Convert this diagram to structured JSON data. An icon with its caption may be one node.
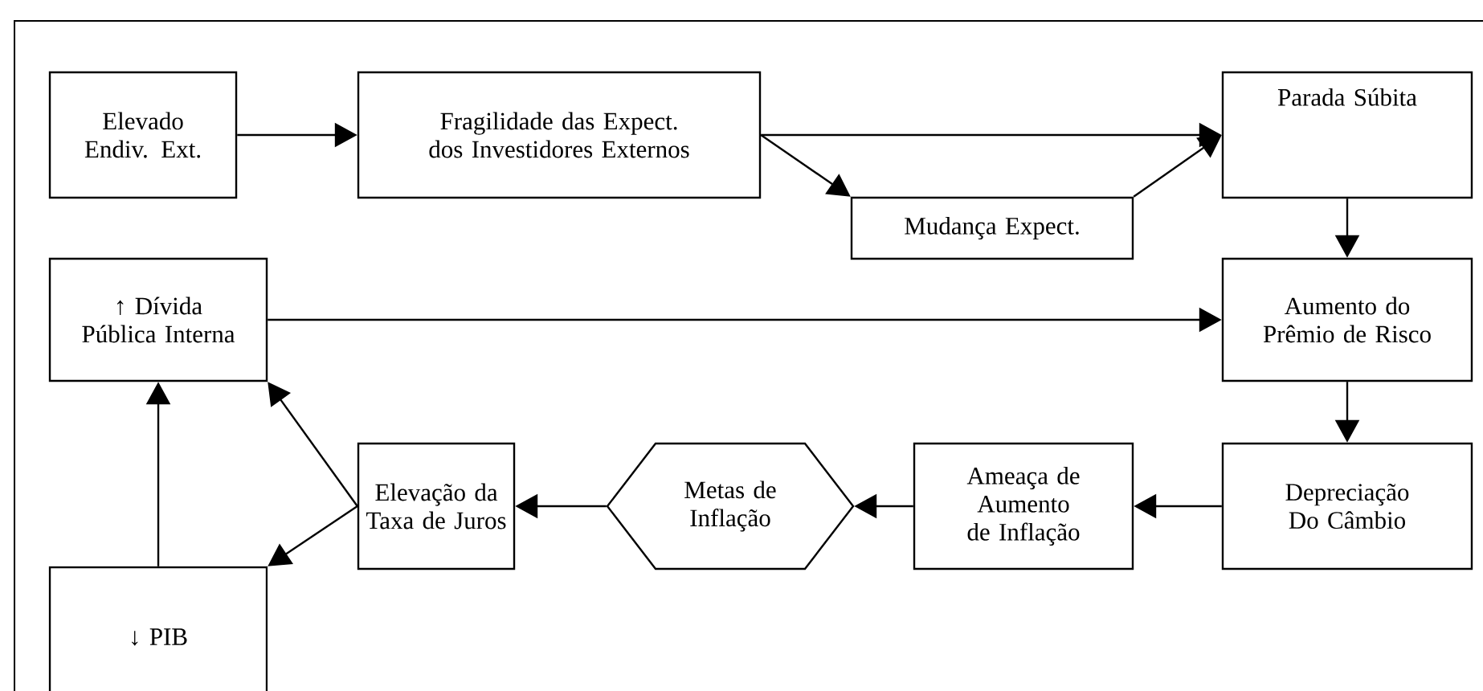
{
  "diagram": {
    "nodes": [
      {
        "text": [
          "Elevado Endiv. Ext."
        ]
      },
      {
        "text": [
          "Fragilidade das Expect. dos Investidores Externos"
        ]
      },
      {
        "text": [
          "Parada Súbita"
        ]
      },
      {
        "text": [
          "Mudança Expect."
        ]
      },
      {
        "text": [
          "↑ Dívida Pública Interna"
        ]
      },
      {
        "text": [
          "Aumento do Prêmio de Risco"
        ]
      },
      {
        "text": [
          "↓ PIB"
        ]
      },
      {
        "text": [
          "Elevação da Taxa de Juros"
        ]
      },
      {
        "text": [
          "Metas de Inflação"
        ]
      },
      {
        "text": [
          "Ameaça de Aumento de Inflação"
        ]
      },
      {
        "text": [
          "Depreciação Do Câmbio"
        ]
      }
    ],
    "edges": [
      {
        "from": 0,
        "to": 1,
        "arrow": "to"
      },
      {
        "from": 1,
        "to": 2,
        "arrow": "to"
      },
      {
        "from": 1,
        "to": 3,
        "arrow": "to"
      },
      {
        "from": 3,
        "to": 2,
        "arrow": "to"
      },
      {
        "from": 2,
        "to": 5,
        "arrow": "to"
      },
      {
        "from": 4,
        "to": 5,
        "arrow": "to"
      },
      {
        "from": 5,
        "to": 10,
        "arrow": "to"
      },
      {
        "from": 10,
        "to": 9,
        "arrow": "to"
      },
      {
        "from": 9,
        "to": 8,
        "arrow": "to"
      },
      {
        "from": 8,
        "to": 7,
        "arrow": "to"
      },
      {
        "from": 7,
        "to": 4,
        "arrow": "to"
      },
      {
        "from": 7,
        "to": 6,
        "arrow": "to"
      },
      {
        "from": 6,
        "to": 4,
        "arrow": "to"
      }
    ]
  }
}
